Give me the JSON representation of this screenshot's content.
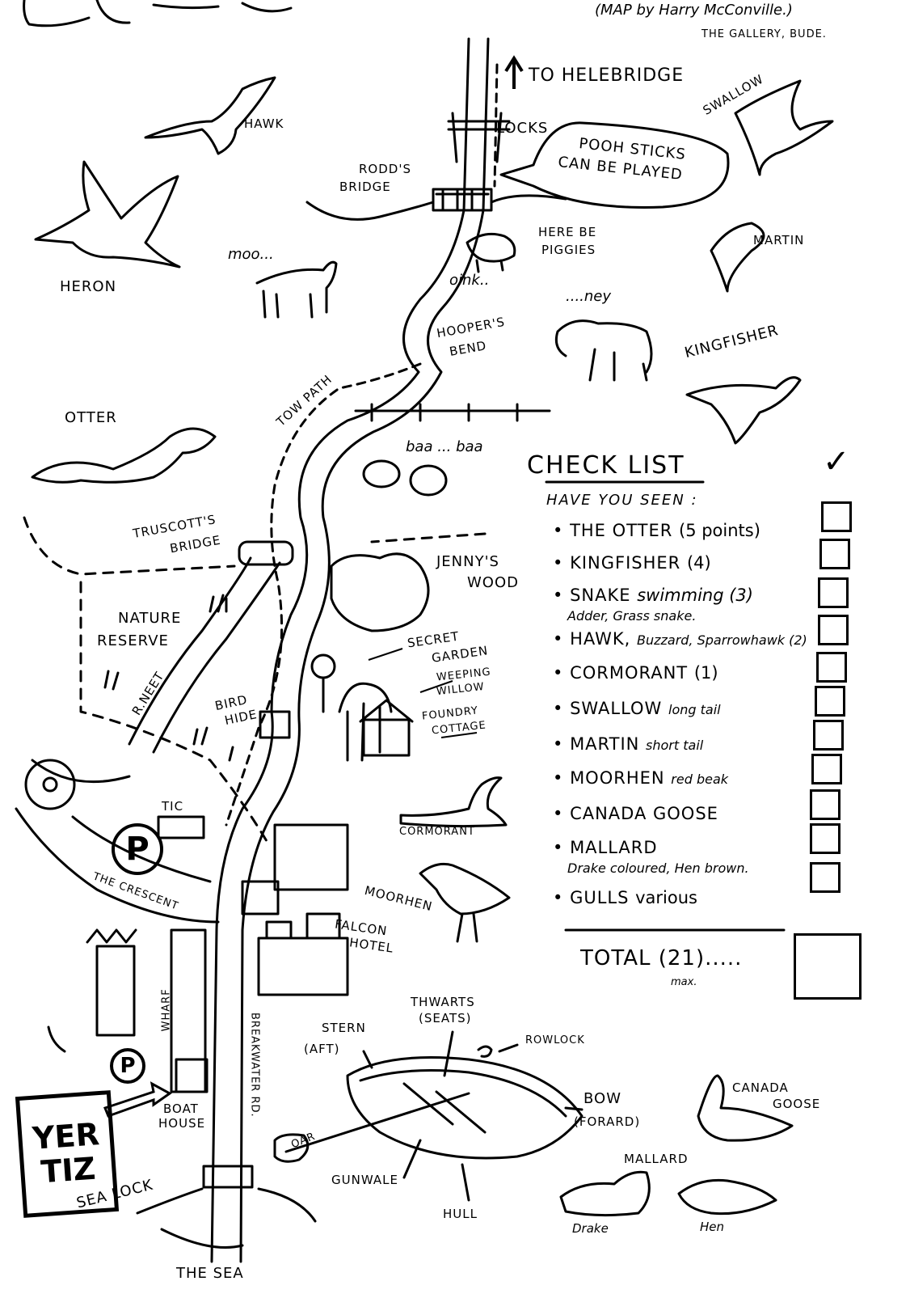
{
  "header": {
    "title_fragment": "BUDE",
    "credit": "(MAP by Harry McConville.)",
    "gallery": "THE GALLERY, BUDE."
  },
  "places": {
    "to_helebridge": "TO HELEBRIDGE",
    "locks": "LOCKS",
    "pooh_sticks": [
      "POOH STICKS",
      "CAN BE PLAYED"
    ],
    "rodds_bridge": [
      "RODD'S",
      "BRIDGE"
    ],
    "here_be_piggies": [
      "HERE BE",
      "PIGGIES"
    ],
    "hoopers_bend": [
      "HOOPER'S",
      "BEND"
    ],
    "tow_path": "TOW PATH",
    "truscotts_bridge": [
      "TRUSCOTT'S",
      "BRIDGE"
    ],
    "nature_reserve": [
      "NATURE",
      "RESERVE"
    ],
    "r_neet": "R.NEET",
    "bird_hide": [
      "BIRD",
      "HIDE"
    ],
    "jennys_wood": [
      "JENNY'S",
      "WOOD"
    ],
    "secret_garden": [
      "SECRET",
      "GARDEN"
    ],
    "weeping_willow": [
      "WEEPING",
      "WILLOW"
    ],
    "foundry_cottage": [
      "FOUNDRY",
      "COTTAGE"
    ],
    "tic": "TIC",
    "parking": "P",
    "the_crescent": "THE CRESCENT",
    "falcon_hotel": [
      "FALCON",
      "HOTEL"
    ],
    "wharf": "WHARF",
    "breakwater_rd": "BREAKWATER RD.",
    "boat_house": [
      "BOAT",
      "HOUSE"
    ],
    "sea_lock": "SEA LOCK",
    "the_sea": "THE SEA",
    "yer_tiz": [
      "YER",
      "TIZ"
    ]
  },
  "animals": {
    "hawk": "HAWK",
    "heron": "HERON",
    "moo": "moo...",
    "oink": "oink..",
    "ney": "....ney",
    "swallow": "SWALLOW",
    "martin": "MARTIN",
    "kingfisher": "KINGFISHER",
    "otter": "OTTER",
    "baa": "baa ... baa",
    "cormorant": "CORMORANT",
    "moorhen": "MOORHEN",
    "canada_goose": [
      "CANADA",
      "GOOSE"
    ],
    "mallard": "MALLARD",
    "drake": "Drake",
    "hen": "Hen"
  },
  "boat_parts": {
    "thwarts": [
      "THWARTS",
      "(SEATS)"
    ],
    "stern": [
      "STERN",
      "(AFT)"
    ],
    "rowlock": "ROWLOCK",
    "bow": [
      "BOW",
      "(FORARD)"
    ],
    "oar": "OAR",
    "gunwale": "GUNWALE",
    "hull": "HULL"
  },
  "checklist": {
    "title": "CHECK LIST",
    "tick": "✓",
    "subtitle": "HAVE YOU SEEN :",
    "items": [
      {
        "name": "THE OTTER",
        "points": "(5 points)",
        "note": ""
      },
      {
        "name": "KINGFISHER",
        "points": "(4)",
        "note": ""
      },
      {
        "name": "SNAKE",
        "points": "swimming (3)",
        "note": "Adder, Grass snake."
      },
      {
        "name": "HAWK,",
        "points": "Buzzard, Sparrowhawk (2)",
        "note": ""
      },
      {
        "name": "CORMORANT",
        "points": "(1)",
        "note": ""
      },
      {
        "name": "SWALLOW",
        "points": "long tail",
        "note": ""
      },
      {
        "name": "MARTIN",
        "points": "short tail",
        "note": ""
      },
      {
        "name": "MOORHEN",
        "points": "red beak",
        "note": ""
      },
      {
        "name": "CANADA GOOSE",
        "points": "",
        "note": ""
      },
      {
        "name": "MALLARD",
        "points": "",
        "note": "Drake coloured, Hen brown."
      },
      {
        "name": "GULLS",
        "points": "various",
        "note": ""
      }
    ],
    "total_label": "TOTAL (21).....",
    "total_max": "max."
  }
}
